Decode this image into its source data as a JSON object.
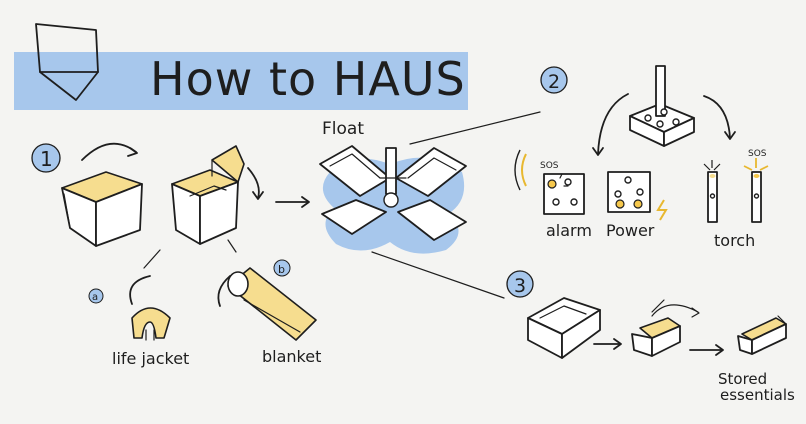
{
  "title": "How to HAUS",
  "steps": [
    "1",
    "2",
    "3"
  ],
  "substeps": [
    "a",
    "b"
  ],
  "labels": {
    "float": "Float",
    "life_jacket": "life jacket",
    "blanket": "blanket",
    "alarm": "alarm",
    "power": "Power",
    "torch": "torch",
    "sos_alarm": "SOS",
    "sos_torch": "SOS",
    "stored_line1": "Stored",
    "stored_line2": "essentials"
  },
  "colors": {
    "highlight_blue": "#a7c7ec",
    "accent_yellow": "#f6dd8f",
    "ink": "#1e1e1e",
    "background": "#f4f4f2"
  }
}
